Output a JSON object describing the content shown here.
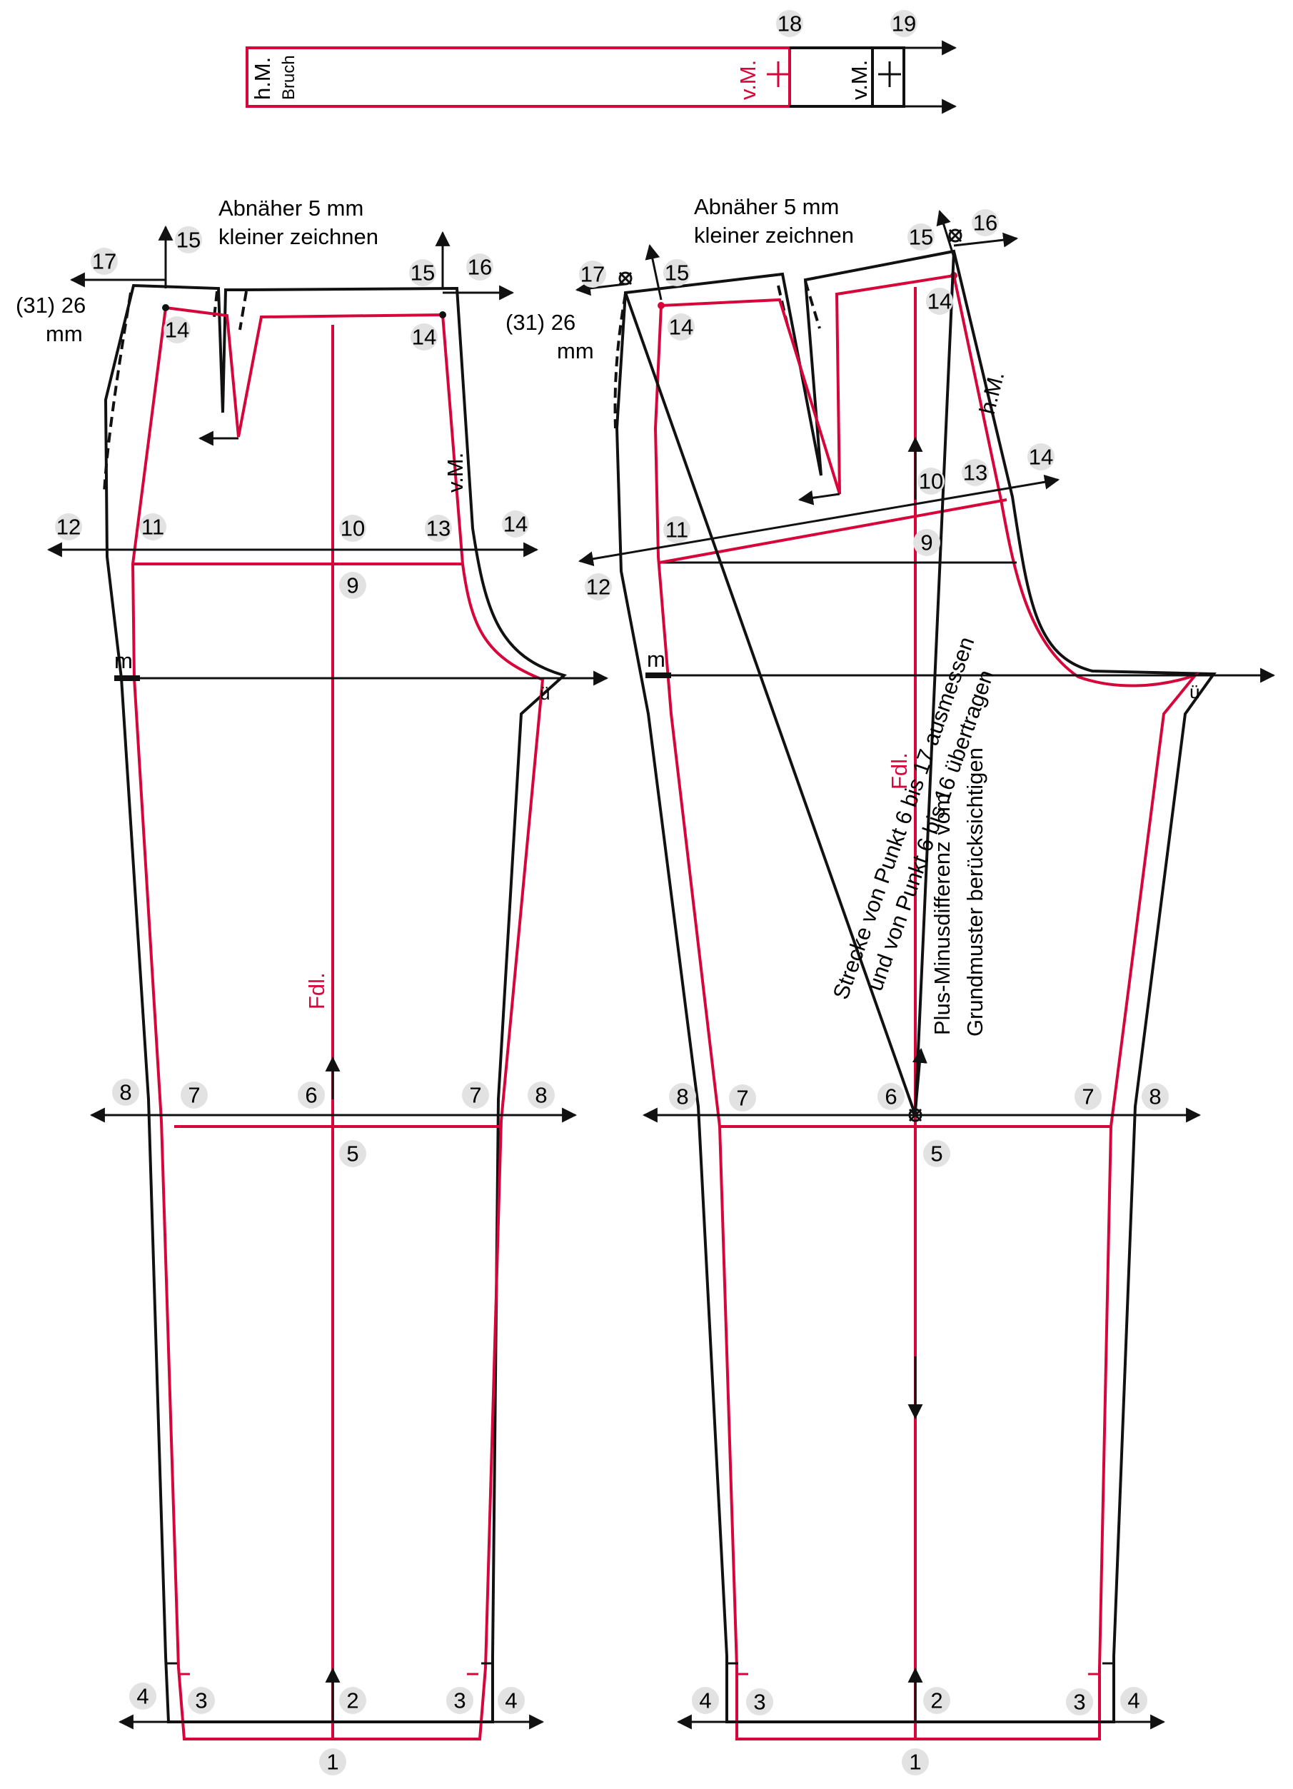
{
  "waistband": {
    "label_hm": "h.M.",
    "label_bruch": "Bruch",
    "label_vm_red": "v.M.",
    "label_vm_black": "v.M.",
    "point_18": "18",
    "point_19": "19"
  },
  "front": {
    "note_line1": "Abnäher 5 mm",
    "note_line2": "kleiner zeichnen",
    "measure_a": "(31) 26",
    "measure_b": "mm",
    "label_vm": "v.M.",
    "label_fdl": "Fdl.",
    "label_m": "m",
    "label_u": "ü",
    "points": {
      "p1": "1",
      "p2": "2",
      "p3l": "3",
      "p3r": "3",
      "p4l": "4",
      "p4r": "4",
      "p5": "5",
      "p6": "6",
      "p7l": "7",
      "p7r": "7",
      "p8l": "8",
      "p8r": "8",
      "p9": "9",
      "p10": "10",
      "p11": "11",
      "p12": "12",
      "p13": "13",
      "p14": "14",
      "p14a": "14",
      "p14b": "14",
      "p15a": "15",
      "p15b": "15",
      "p16": "16",
      "p17": "17"
    }
  },
  "back": {
    "note_line1": "Abnäher 5 mm",
    "note_line2": "kleiner zeichnen",
    "measure_a": "(31) 26",
    "measure_b": "mm",
    "label_hm": "h.M.",
    "label_fdl": "Fdl.",
    "label_m": "m",
    "label_u": "ü",
    "diag_note_line1": "Strecke von Punkt 6 bis 17 ausmessen",
    "diag_note_line2": "und von Punkt 6 bis 16 übertragen",
    "diff_note_line1": "Plus-Minusdifferenz vom",
    "diff_note_line2": "Grundmuster berücksichtigen",
    "points": {
      "p1": "1",
      "p2": "2",
      "p3l": "3",
      "p3r": "3",
      "p4l": "4",
      "p4r": "4",
      "p5": "5",
      "p6": "6",
      "p7l": "7",
      "p7r": "7",
      "p8l": "8",
      "p8r": "8",
      "p9": "9",
      "p10": "10",
      "p11": "11",
      "p12": "12",
      "p13": "13",
      "p14": "14",
      "p14a": "14",
      "p14b": "14",
      "p15a": "15",
      "p15b": "15",
      "p16": "16",
      "p17": "17"
    }
  },
  "colors": {
    "pattern_red": "#d7063a",
    "line_black": "#111111",
    "marker_grey": "#e2e2e2"
  }
}
